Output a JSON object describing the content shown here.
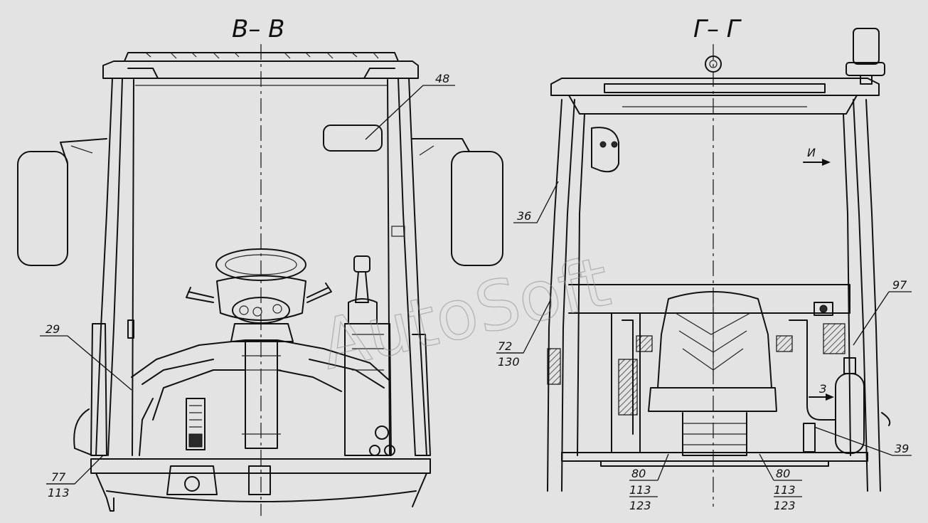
{
  "views": [
    {
      "title": "В– В"
    },
    {
      "title": "Г– Г"
    }
  ],
  "arrows": {
    "i": "И",
    "z": "З"
  },
  "callouts": {
    "c48": "48",
    "c29": "29",
    "c77": "77",
    "c113a": "113",
    "c36": "36",
    "c72": "72",
    "c130": "130",
    "c97": "97",
    "c39": "39",
    "c80a": "80",
    "c113b": "113",
    "c123a": "123",
    "c80b": "80",
    "c113c": "113",
    "c123b": "123"
  },
  "watermark": "AutoSoft"
}
